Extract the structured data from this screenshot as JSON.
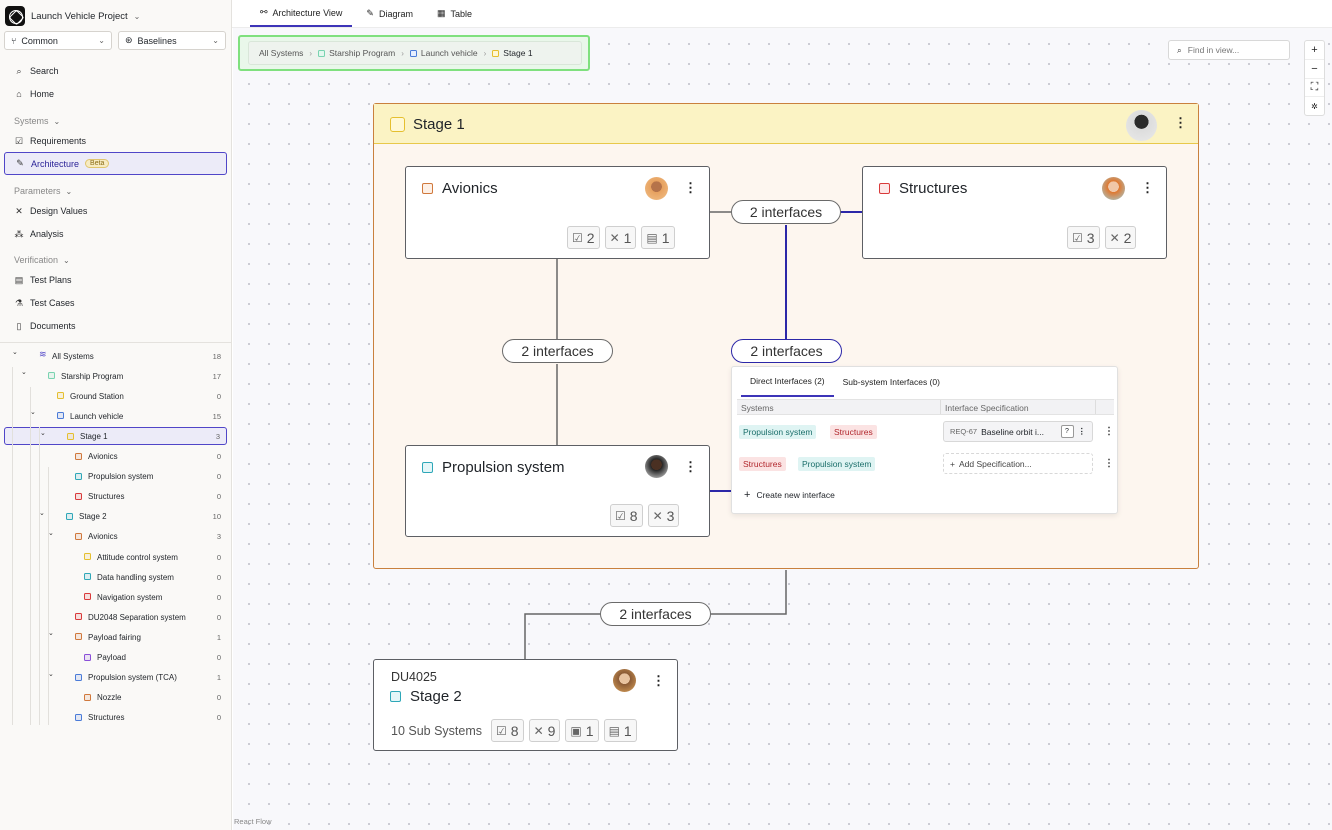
{
  "project": {
    "name": "Launch Vehicle Project"
  },
  "selectors": {
    "common": "Common",
    "baselines": "Baselines"
  },
  "nav": {
    "search": "Search",
    "home": "Home",
    "systems_section": "Systems",
    "requirements": "Requirements",
    "architecture": "Architecture",
    "beta": "Beta",
    "parameters_section": "Parameters",
    "design_values": "Design Values",
    "analysis": "Analysis",
    "verification_section": "Verification",
    "test_plans": "Test Plans",
    "test_cases": "Test Cases",
    "documents": "Documents"
  },
  "tree": [
    {
      "label": "All Systems",
      "count": "18",
      "depth": 0,
      "arrow": "down",
      "color": "#5046c8",
      "icon": "layers"
    },
    {
      "label": "Starship Program",
      "count": "17",
      "depth": 1,
      "arrow": "down",
      "color": "#79d3b0"
    },
    {
      "label": "Ground Station",
      "count": "0",
      "depth": 2,
      "arrow": "",
      "color": "#e5bf2f"
    },
    {
      "label": "Launch vehicle",
      "count": "15",
      "depth": 2,
      "arrow": "down",
      "color": "#4a7bd8"
    },
    {
      "label": "Stage 1",
      "count": "3",
      "depth": 3,
      "arrow": "down",
      "color": "#e5bf2f",
      "active": true
    },
    {
      "label": "Avionics",
      "count": "0",
      "depth": 4,
      "arrow": "",
      "color": "#d0783c"
    },
    {
      "label": "Propulsion system",
      "count": "0",
      "depth": 4,
      "arrow": "",
      "color": "#2ea7b8"
    },
    {
      "label": "Structures",
      "count": "0",
      "depth": 4,
      "arrow": "",
      "color": "#d93a3a"
    },
    {
      "label": "Stage 2",
      "count": "10",
      "depth": 3,
      "arrow": "down",
      "color": "#2ea7b8"
    },
    {
      "label": "Avionics",
      "count": "3",
      "depth": 4,
      "arrow": "down",
      "color": "#d0783c"
    },
    {
      "label": "Attitude control system",
      "count": "0",
      "depth": 5,
      "arrow": "",
      "color": "#e5bf2f"
    },
    {
      "label": "Data handling system",
      "count": "0",
      "depth": 5,
      "arrow": "",
      "color": "#2ea7b8"
    },
    {
      "label": "Navigation system",
      "count": "0",
      "depth": 5,
      "arrow": "",
      "color": "#d93a3a"
    },
    {
      "label": "DU2048 Separation system",
      "count": "0",
      "depth": 4,
      "arrow": "",
      "color": "#d93a3a"
    },
    {
      "label": "Payload fairing",
      "count": "1",
      "depth": 4,
      "arrow": "down",
      "color": "#d0783c"
    },
    {
      "label": "Payload",
      "count": "0",
      "depth": 5,
      "arrow": "",
      "color": "#8a4fd8"
    },
    {
      "label": "Propulsion system (TCA)",
      "count": "1",
      "depth": 4,
      "arrow": "down",
      "color": "#4a7bd8"
    },
    {
      "label": "Nozzle",
      "count": "0",
      "depth": 5,
      "arrow": "",
      "color": "#d0783c"
    },
    {
      "label": "Structures",
      "count": "0",
      "depth": 4,
      "arrow": "",
      "color": "#4a7bd8"
    }
  ],
  "tabs": {
    "architecture": "Architecture View",
    "diagram": "Diagram",
    "table": "Table"
  },
  "breadcrumb": [
    "All Systems",
    "Starship Program",
    "Launch vehicle",
    "Stage 1"
  ],
  "find": {
    "placeholder": "Find in view..."
  },
  "group": {
    "title": "Stage 1"
  },
  "nodes": {
    "avionics": {
      "title": "Avionics",
      "req": "2",
      "param": "1",
      "doc": "1"
    },
    "structures": {
      "title": "Structures",
      "req": "3",
      "param": "2"
    },
    "propulsion": {
      "title": "Propulsion system",
      "req": "8",
      "param": "3"
    },
    "stage2": {
      "code": "DU4025",
      "title": "Stage 2",
      "subsystems": "10 Sub Systems",
      "req": "8",
      "param": "9",
      "test": "1",
      "doc": "1"
    }
  },
  "edges": {
    "top": "2 interfaces",
    "left": "2 interfaces",
    "right": "2 interfaces",
    "bottom": "2 interfaces"
  },
  "popover": {
    "tab_direct": "Direct Interfaces (2)",
    "tab_sub": "Sub-system Interfaces (0)",
    "col_systems": "Systems",
    "col_spec": "Interface Specification",
    "row1": {
      "a": "Propulsion system",
      "b": "Structures",
      "req_id": "REQ-67",
      "spec": "Baseline orbit i...",
      "q": "?"
    },
    "row2": {
      "a": "Structures",
      "b": "Propulsion system",
      "add": "Add Specification..."
    },
    "create": "Create new interface"
  },
  "footer": {
    "react_flow": "React Flow"
  },
  "colors": {
    "accent": "#3d34b8",
    "highlight": "#7fe07e"
  }
}
